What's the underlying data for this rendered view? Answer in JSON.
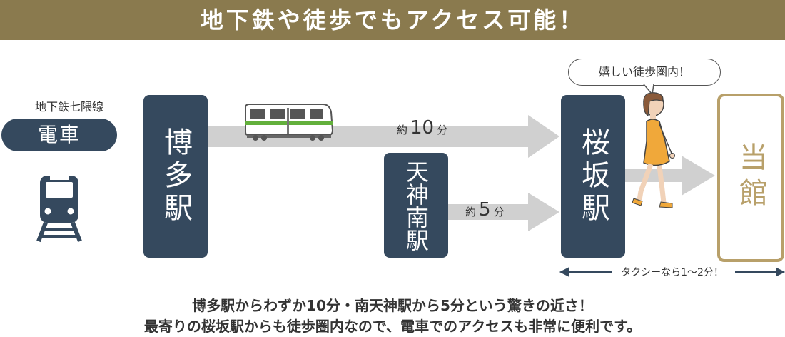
{
  "header": {
    "title": "地下鉄や徒歩でもアクセス可能！"
  },
  "line": {
    "name": "地下鉄七隈線",
    "badge": "電車"
  },
  "stations": {
    "hakata": "博多駅",
    "tenjin_minami": "天神南駅",
    "sakurazaka": "桜坂駅"
  },
  "destination": "当館",
  "routes": {
    "from_hakata": {
      "prefix": "約",
      "value": "10",
      "unit": "分"
    },
    "from_tenjin": {
      "prefix": "約",
      "value": "5",
      "unit": "分"
    }
  },
  "walk_bubble": "嬉しい徒歩圏内！",
  "taxi_note": "タクシーなら1〜2分！",
  "footer": {
    "line1": "博多駅からわずか10分・南天神駅から5分という驚きの近さ！",
    "line2": "最寄りの桜坂駅からも徒歩圏内なので、電車でのアクセスも非常に便利です。"
  },
  "colors": {
    "header_bg": "#8a7a4e",
    "station_bg": "#35495e",
    "hotel_accent": "#b8a06a",
    "arrow": "#d0d0d0",
    "train_stripe": "#63b03c"
  },
  "icons": [
    "train-front-icon",
    "train-side-icon",
    "walking-woman-icon"
  ]
}
